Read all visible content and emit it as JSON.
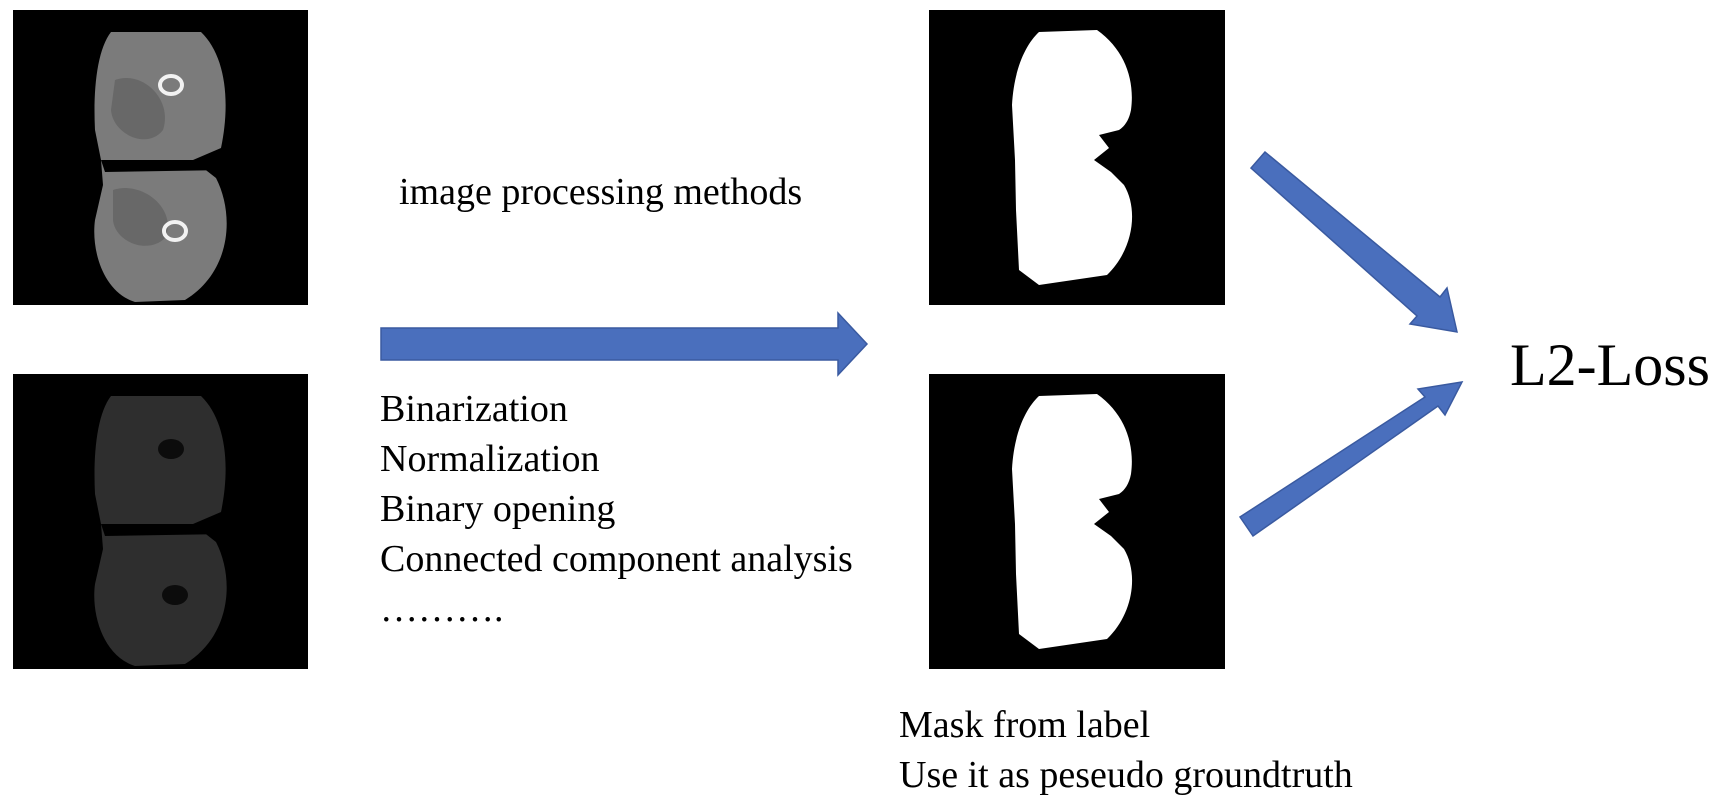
{
  "diagram": {
    "methods_title": "image processing methods",
    "steps": [
      "Binarization",
      "Normalization",
      "Binary opening",
      "Connected component analysis",
      "………."
    ],
    "mask_caption": [
      "Mask from label",
      "Use it as peseudo groundtruth"
    ],
    "loss_label": "L2-Loss"
  },
  "colors": {
    "arrow_fill": "#4a6fbd",
    "arrow_stroke": "#3a5aa0",
    "panel_background": "#000000",
    "mask_foreground": "#ffffff"
  }
}
